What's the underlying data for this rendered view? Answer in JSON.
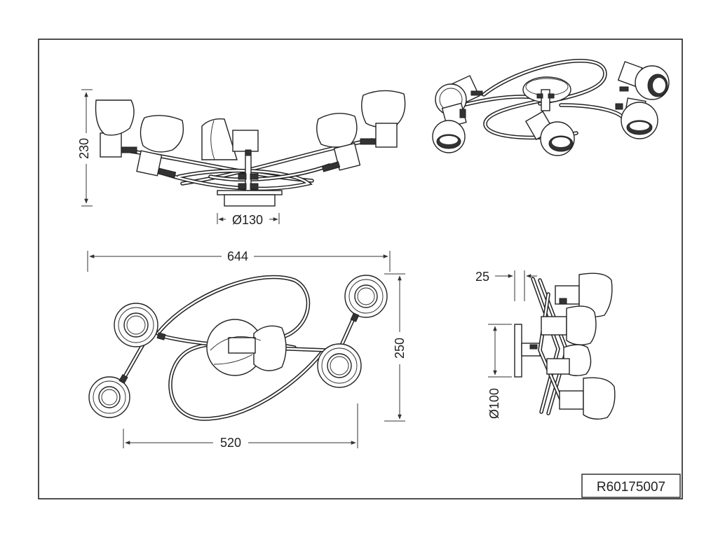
{
  "drawing": {
    "title_block": {
      "code": "R60175007"
    },
    "front_view": {
      "height_label": "230",
      "base_diameter_label": "Ø130"
    },
    "top_view": {
      "width_label": "644",
      "depth_label": "250",
      "spread_label": "520"
    },
    "side_view": {
      "offset_label": "25",
      "canopy_diameter_label": "Ø100"
    }
  }
}
